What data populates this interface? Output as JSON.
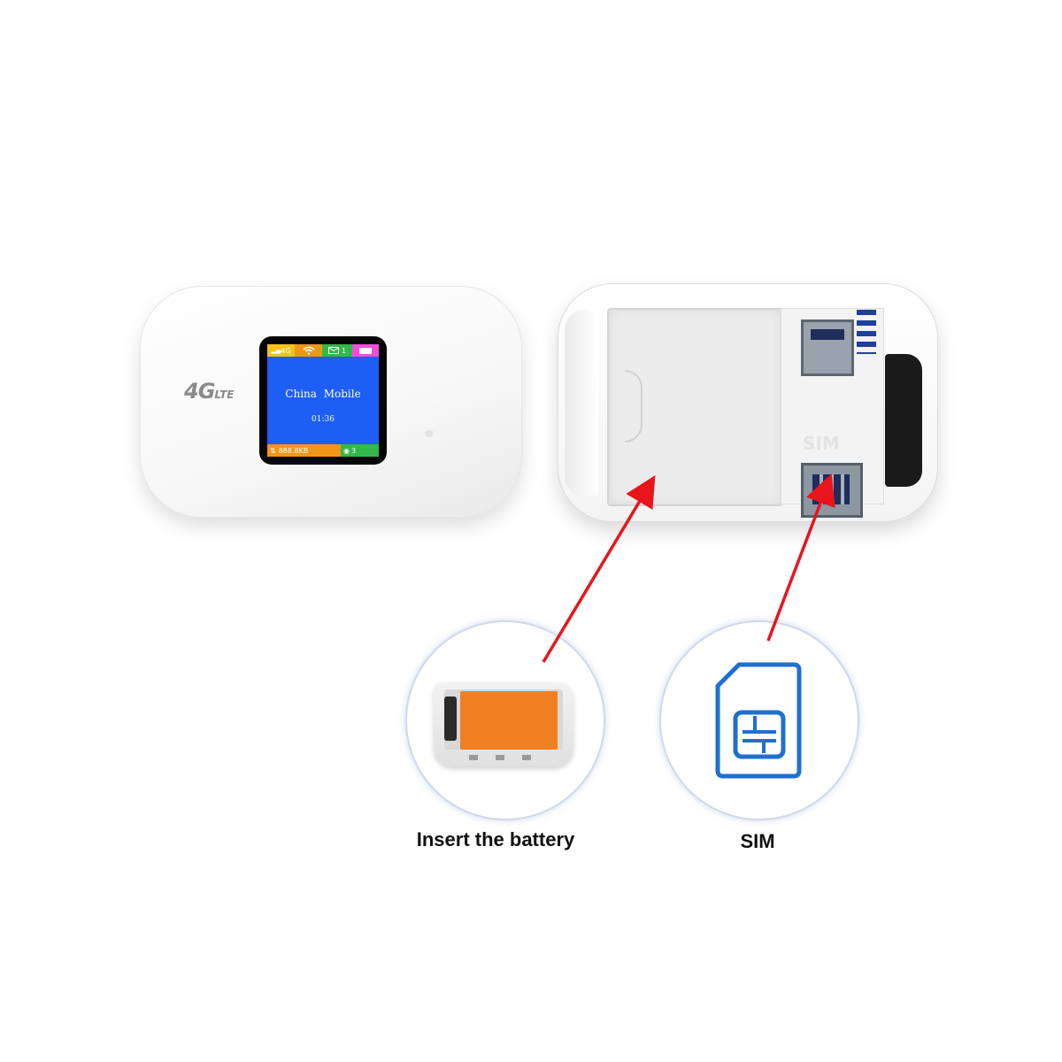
{
  "front_device": {
    "brand": "4G",
    "brand_suffix": "LTE",
    "screen": {
      "status_signal": "4G",
      "status_messages": "1",
      "carrier": "China Mobile",
      "time": "01:36",
      "data_usage": "888.8KB",
      "connected_users": "3"
    }
  },
  "back_device": {
    "slot_label": "SIM"
  },
  "callouts": [
    {
      "label": "Insert the battery",
      "icon": "battery-thumbnail"
    },
    {
      "label": "SIM",
      "icon": "sim-card-icon"
    }
  ],
  "colors": {
    "arrow": "#e8151b",
    "screen_background": "#1d5ef5",
    "battery": "#ef7f1f",
    "sim_icon": "#1f6fd1"
  }
}
